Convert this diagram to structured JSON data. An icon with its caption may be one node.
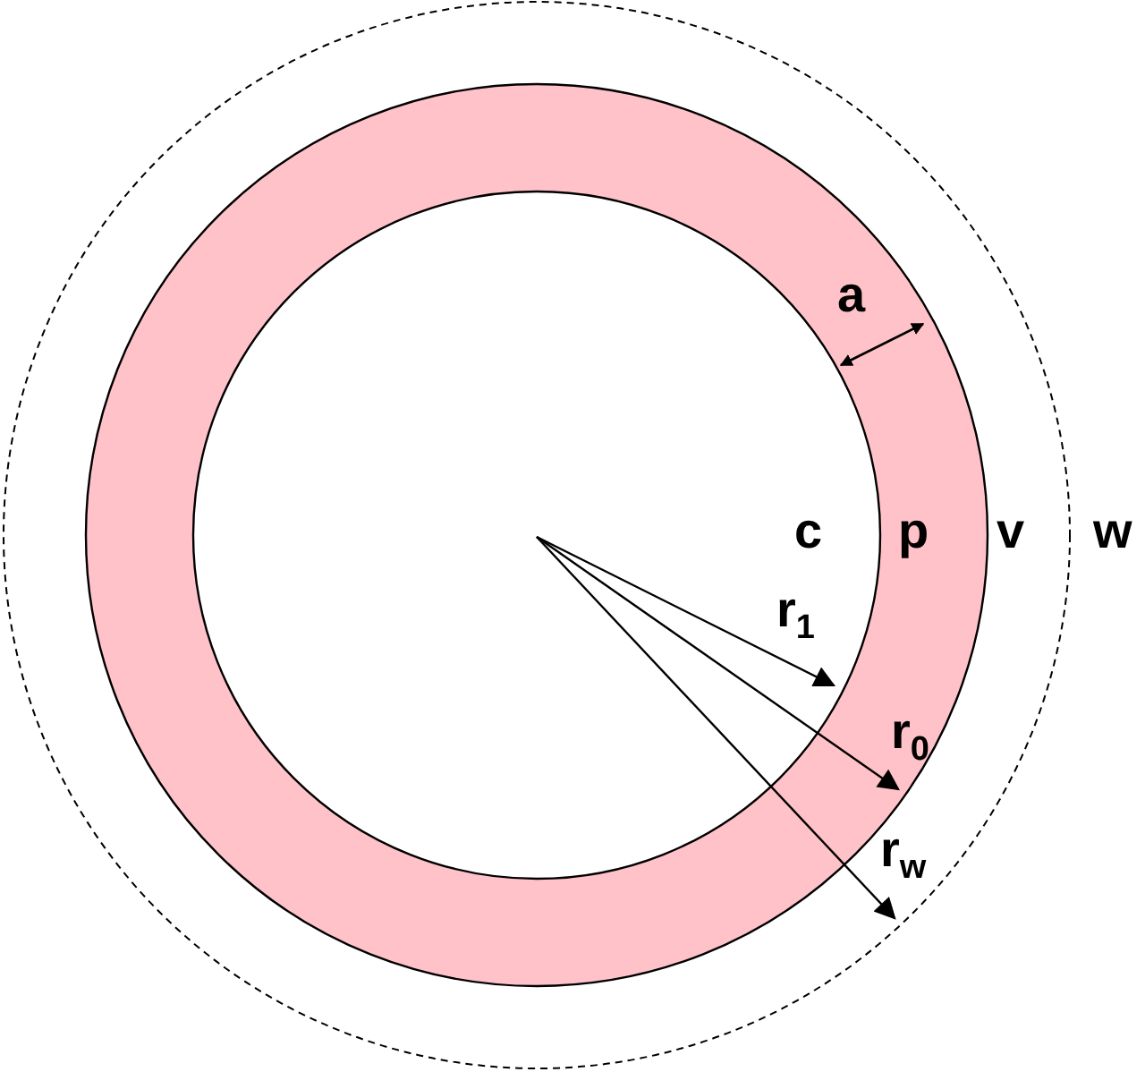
{
  "diagram": {
    "labels": [
      "a",
      "c",
      "p",
      "v",
      "w",
      "r$_{1}$",
      "r$_{0}$",
      "r$_{w}$"
    ]
  }
}
